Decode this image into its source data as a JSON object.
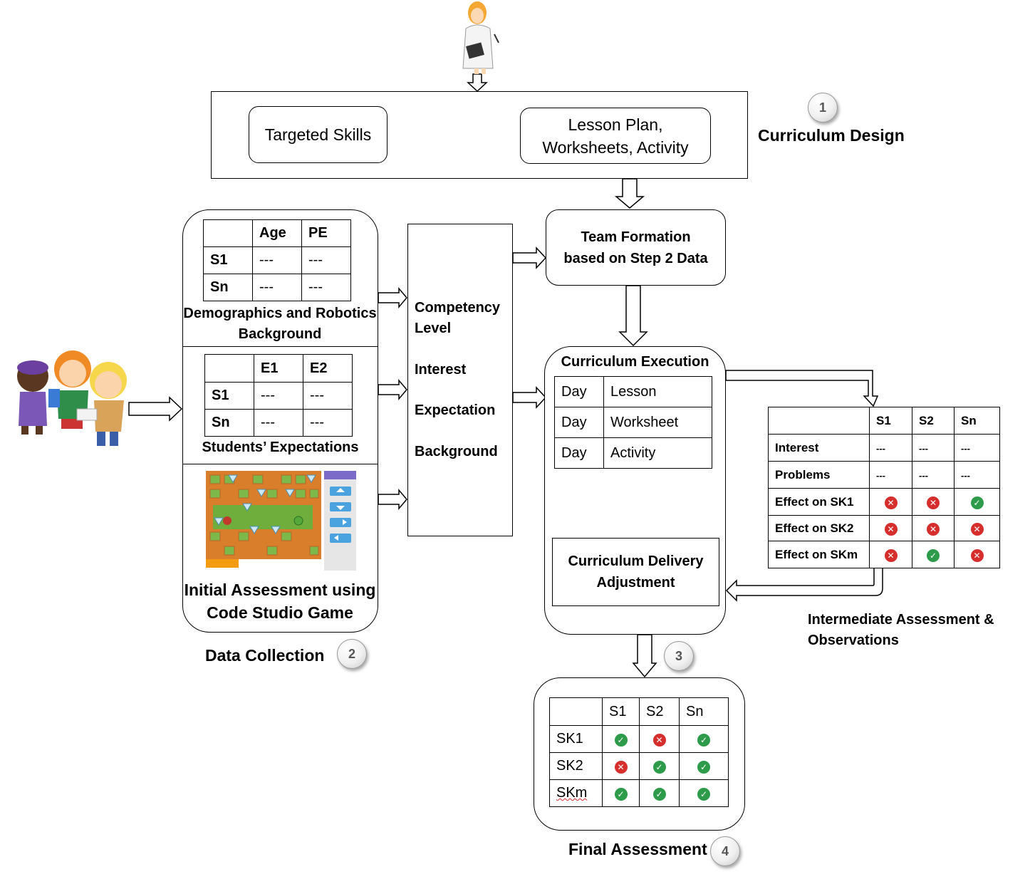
{
  "curriculum_design": {
    "targeted_skills": "Targeted Skills",
    "lesson_plan_line1": "Lesson Plan,",
    "lesson_plan_line2": "Worksheets, Activity",
    "title": "Curriculum Design",
    "step": "1"
  },
  "data_collection": {
    "demographics_table": {
      "headers": [
        "",
        "Age",
        "PE"
      ],
      "rows": [
        [
          "S1",
          "---",
          "---"
        ],
        [
          "Sn",
          "---",
          "---"
        ]
      ]
    },
    "demographics_caption_line1": "Demographics and Robotics",
    "demographics_caption_line2": "Background",
    "expectations_table": {
      "headers": [
        "",
        "E1",
        "E2"
      ],
      "rows": [
        [
          "S1",
          "---",
          "---"
        ],
        [
          "Sn",
          "---",
          "---"
        ]
      ]
    },
    "expectations_caption": "Students’ Expectations",
    "game_caption_line1": "Initial Assessment using",
    "game_caption_line2": "Code Studio Game",
    "title": "Data Collection",
    "step": "2"
  },
  "factors": {
    "items": [
      "Competency",
      "Level",
      "Interest",
      "Expectation",
      "Background"
    ]
  },
  "team_formation": {
    "line1": "Team Formation",
    "line2": "based on Step 2 Data"
  },
  "execution": {
    "title": "Curriculum Execution",
    "rows": [
      [
        "Day",
        "Lesson"
      ],
      [
        "Day",
        "Worksheet"
      ],
      [
        "Day",
        "Activity"
      ]
    ],
    "adjustment_line1": "Curriculum Delivery",
    "adjustment_line2": "Adjustment",
    "step": "3"
  },
  "intermediate": {
    "headers": [
      "",
      "S1",
      "S2",
      "Sn"
    ],
    "rows": [
      {
        "label": "Interest",
        "cells": [
          "---",
          "---",
          "---"
        ]
      },
      {
        "label": "Problems",
        "cells": [
          "---",
          "---",
          "---"
        ]
      },
      {
        "label": "Effect on SK1",
        "cells": [
          "cross",
          "cross",
          "check"
        ]
      },
      {
        "label": "Effect on SK2",
        "cells": [
          "cross",
          "cross",
          "cross"
        ]
      },
      {
        "label": "Effect on SKm",
        "cells": [
          "cross",
          "check",
          "cross"
        ]
      }
    ],
    "caption_line1": "Intermediate Assessment &",
    "caption_line2": "Observations"
  },
  "final": {
    "headers": [
      "",
      "S1",
      "S2",
      "Sn"
    ],
    "rows": [
      {
        "label": "SK1",
        "cells": [
          "check",
          "cross",
          "check"
        ]
      },
      {
        "label": "SK2",
        "cells": [
          "cross",
          "check",
          "check"
        ]
      },
      {
        "label": "SKm",
        "cells": [
          "check",
          "check",
          "check"
        ]
      }
    ],
    "title": "Final Assessment",
    "step": "4"
  },
  "colors": {
    "check": "#2e9b4a",
    "cross": "#d62d2d"
  }
}
